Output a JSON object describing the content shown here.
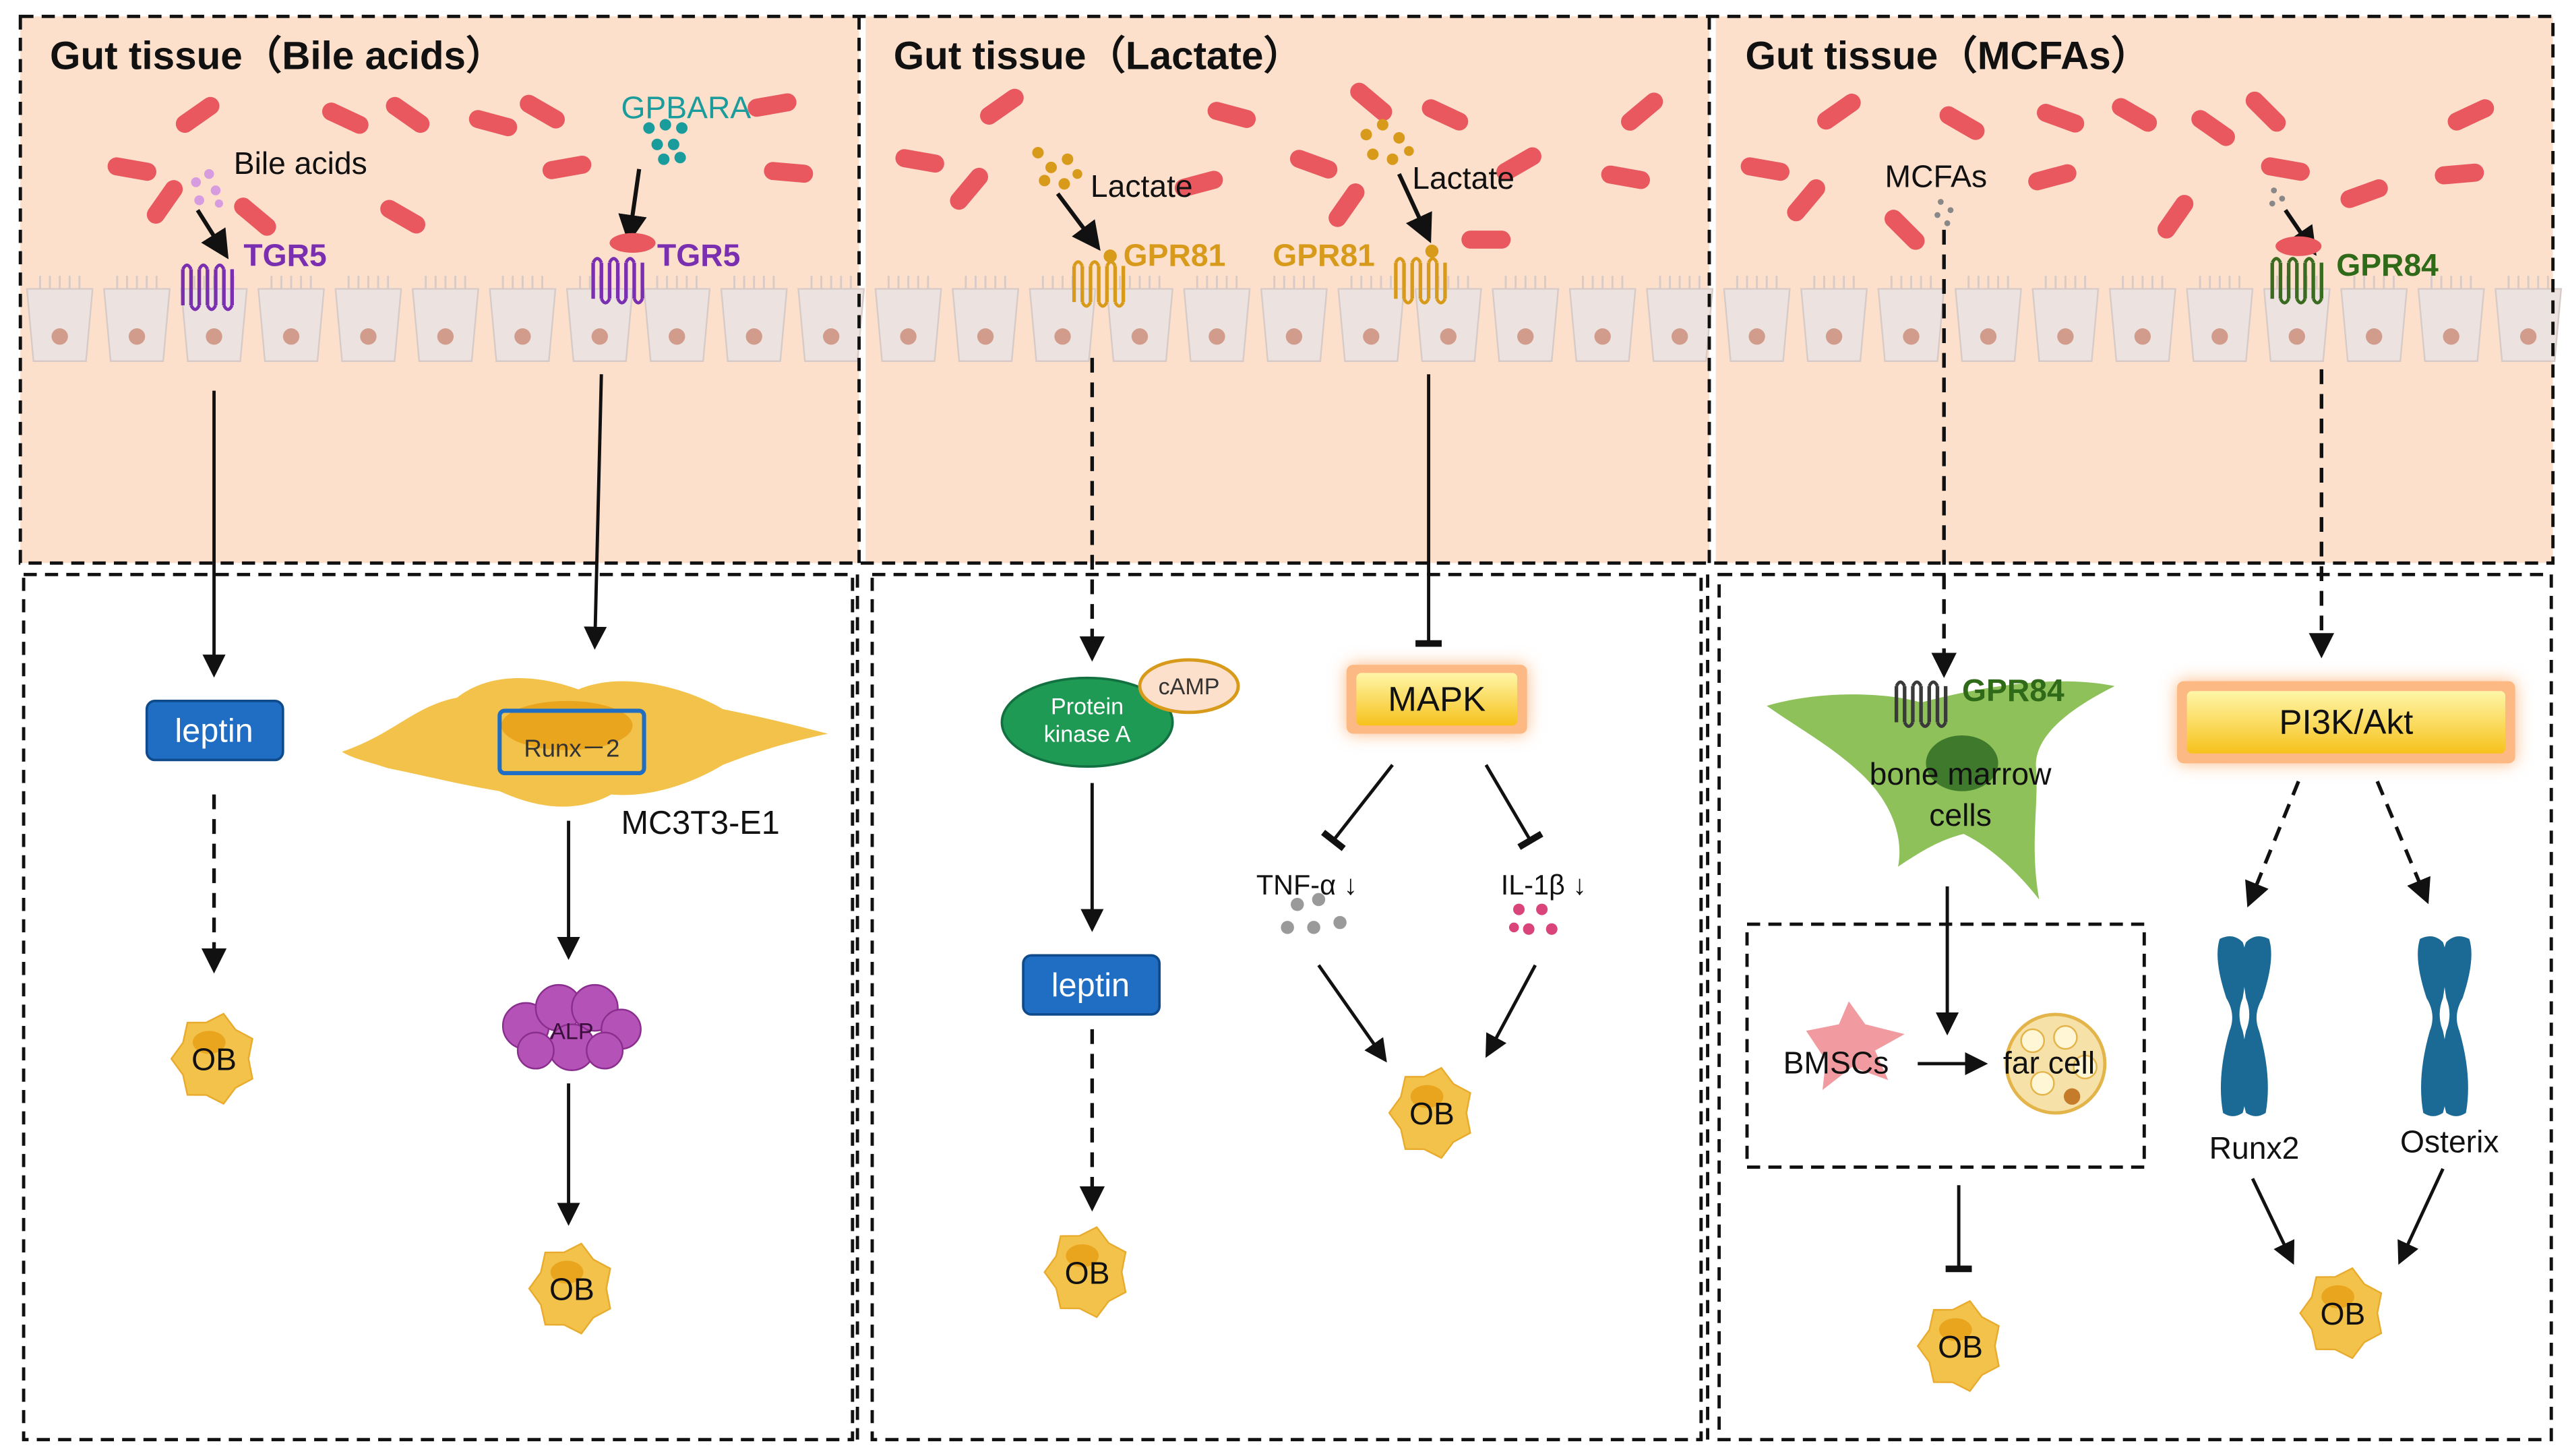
{
  "colors": {
    "gut_bg": "#fde0cc",
    "bacteria": "#e8585e",
    "epithelium": "#ece3e0",
    "nucleus": "#d29c8d",
    "tgr5": "#7a2fb0",
    "gpr81": "#d89a1a",
    "gpr84": "#3a6b20",
    "gpbara": "#1a9c9c",
    "leptin_box": "#1f6ec4",
    "ob_cell": "#f3c24a",
    "pka": "#1f9a55",
    "alp": "#b552b8",
    "msc_cell": "#8fc15a",
    "chromosome": "#1b6a96",
    "bmsc": "#f19ba0"
  },
  "panels": [
    {
      "title": "Gut tissue（Bile acids）",
      "gut_labels": {
        "ligand_1": "Bile acids",
        "ligand_2": "GPBARA",
        "receptor_1": "TGR5",
        "receptor_2": "TGR5"
      },
      "leptin": "leptin",
      "runx": "Runx－2",
      "cell_line": "MC3T3-E1",
      "alp": "ALP",
      "ob_1": "OB",
      "ob_2": "OB"
    },
    {
      "title": "Gut tissue（Lactate）",
      "gut_labels": {
        "ligand_1": "Lactate",
        "ligand_2": "Lactate",
        "receptor_1": "GPR81",
        "receptor_2": "GPR81"
      },
      "pka_line1": "Protein",
      "pka_line2": "kinase A",
      "camp": "cAMP",
      "leptin": "leptin",
      "mapk": "MAPK",
      "tnf": "TNF-α ↓",
      "il1b": "IL-1β ↓",
      "ob_1": "OB",
      "ob_2": "OB"
    },
    {
      "title": "Gut tissue（MCFAs）",
      "gut_labels": {
        "ligand_1": "MCFAs",
        "receptor_2": "GPR84"
      },
      "gpr84": "GPR84",
      "bm_line1": "bone marrow",
      "bm_line2": "cells",
      "bmscs": "BMSCs",
      "fat": "far cell",
      "pi3k": "PI3K/Akt",
      "runx2": "Runx2",
      "osterix": "Osterix",
      "ob_1": "OB",
      "ob_2": "OB"
    }
  ]
}
